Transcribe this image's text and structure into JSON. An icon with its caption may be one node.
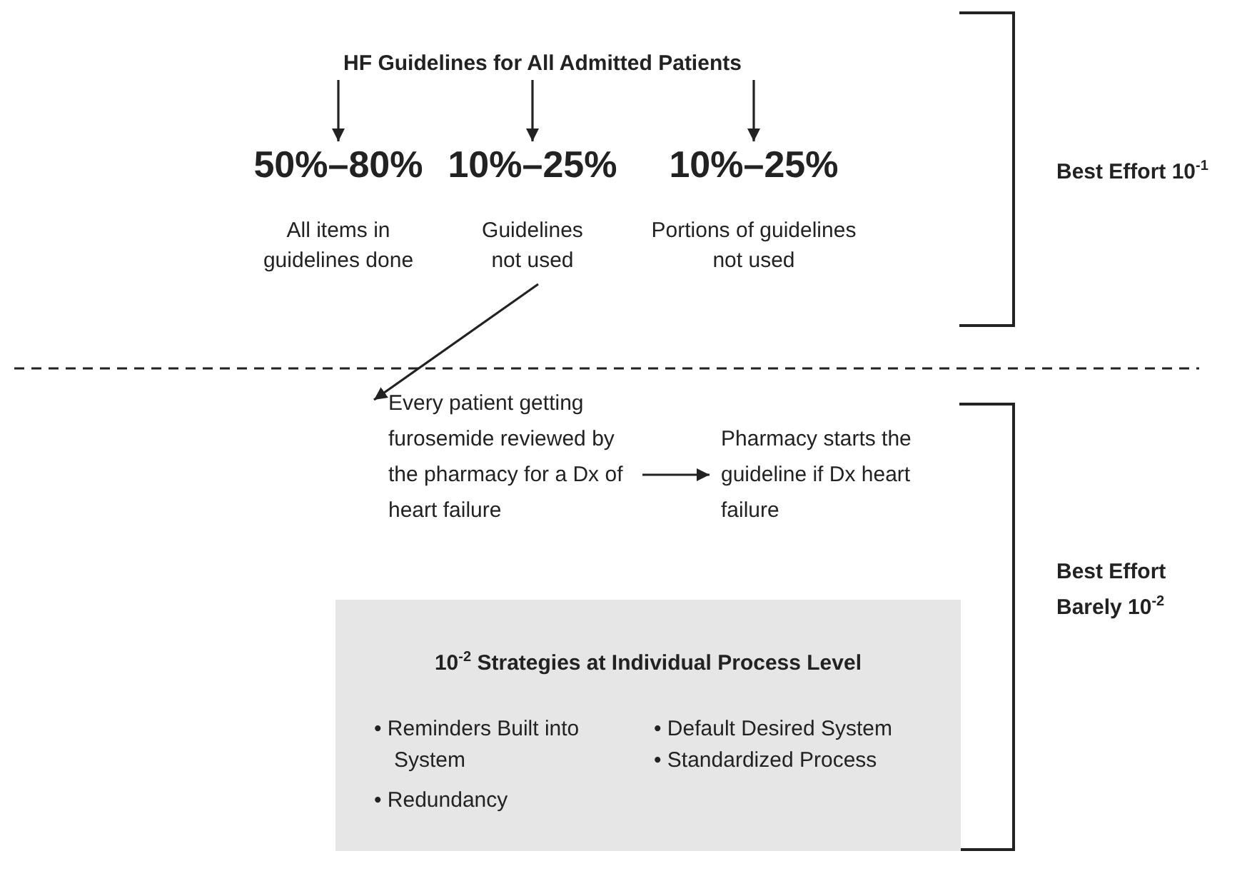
{
  "diagram": {
    "nodes": [
      {
        "text": [
          "HF Guidelines for All Admitted Patients"
        ]
      },
      {
        "text": [
          "50%–80%",
          "All items in guidelines done"
        ]
      },
      {
        "text": [
          "10%–25%",
          "Guidelines not used"
        ]
      },
      {
        "text": [
          "10%–25%",
          "Portions of guidelines not used"
        ]
      },
      {
        "text": [
          "Every patient getting furosemide reviewed by the pharmacy for a Dx of heart failure"
        ]
      },
      {
        "text": [
          "Pharmacy starts the guideline if Dx heart failure"
        ]
      },
      {
        "text": [
          "10$^{-2}$ Strategies at Individual Process Level",
          "• Reminders Built into System",
          "• Redundancy",
          "• Default Desired System",
          "• Standardized Process"
        ]
      }
    ],
    "edges": [
      {
        "from": 0,
        "to": 1,
        "arrow": "to"
      },
      {
        "from": 0,
        "to": 2,
        "arrow": "to"
      },
      {
        "from": 0,
        "to": 3,
        "arrow": "to"
      },
      {
        "from": 2,
        "to": 4,
        "arrow": "to"
      },
      {
        "from": 4,
        "to": 5,
        "arrow": "to"
      }
    ],
    "labels": [
      "Best Effort 10$^{-1}$",
      "Best Effort Barely 10$^{-2}$"
    ]
  }
}
